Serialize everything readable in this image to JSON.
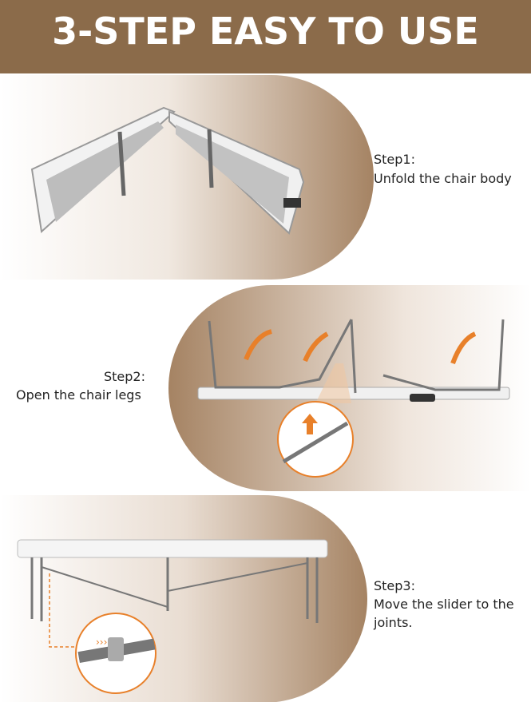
{
  "banner": {
    "title": "3-STEP EASY TO USE"
  },
  "steps": [
    {
      "title": "Step1:",
      "text": "Unfold the chair body"
    },
    {
      "title": "Step2:",
      "text": "Open the chair legs"
    },
    {
      "title": "Step3:",
      "lines": [
        "Move the slider to the",
        "joints."
      ]
    }
  ],
  "colors": {
    "banner": "#8b6b4a",
    "accent_orange": "#e8802a",
    "frame_gray": "#7a7a7a"
  }
}
